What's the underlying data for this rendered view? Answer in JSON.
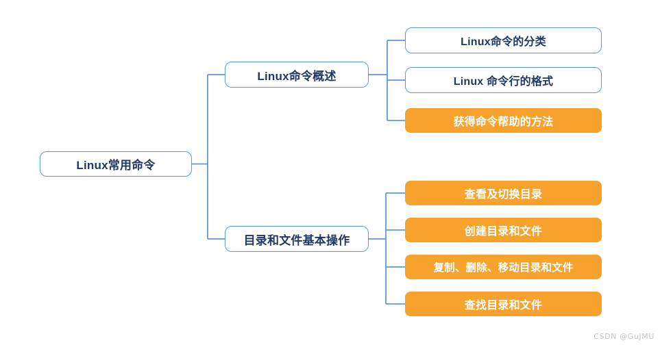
{
  "diagram": {
    "type": "mind-map",
    "background_color": "#ffffff",
    "colors": {
      "node_blue_border": "#5b9bd5",
      "node_blue_text": "#1f3864",
      "node_blue_fill": "#ffffff",
      "node_orange_fill": "#f6a22c",
      "node_orange_text": "#ffffff",
      "connector": "#5b9bd5"
    },
    "root": {
      "label": "Linux常用命令",
      "style": "blue"
    },
    "branches": [
      {
        "label": "Linux命令概述",
        "style": "blue",
        "children": [
          {
            "label": "Linux命令的分类",
            "style": "blue"
          },
          {
            "label": "Linux 命令行的格式",
            "style": "blue"
          },
          {
            "label": "获得命令帮助的方法",
            "style": "orange"
          }
        ]
      },
      {
        "label": "目录和文件基本操作",
        "style": "blue",
        "children": [
          {
            "label": "查看及切换目录",
            "style": "orange"
          },
          {
            "label": "创建目录和文件",
            "style": "orange"
          },
          {
            "label": "复制、删除、移动目录和文件",
            "style": "orange"
          },
          {
            "label": "查找目录和文件",
            "style": "orange"
          }
        ]
      }
    ]
  },
  "watermark": {
    "text": "CSDN @GuJMU"
  }
}
